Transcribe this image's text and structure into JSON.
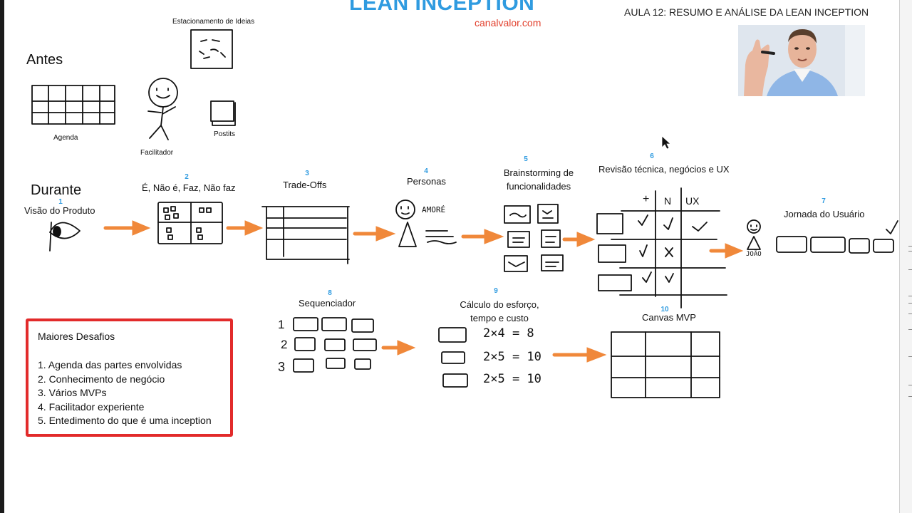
{
  "header": {
    "brand": "LEAN INCEPTION",
    "brand_url": "canalvalor.com",
    "lesson_title": "AULA 12: RESUMO E ANÁLISE DA LEAN INCEPTION"
  },
  "antes": {
    "heading": "Antes",
    "items": {
      "parking": "Estacionamento de Ideias",
      "agenda": "Agenda",
      "facilitator": "Facilitador",
      "postits": "Postits"
    }
  },
  "durante": {
    "heading": "Durante",
    "steps": [
      {
        "num": "1",
        "label": "Visão do Produto"
      },
      {
        "num": "2",
        "label": "É, Não é, Faz, Não faz"
      },
      {
        "num": "3",
        "label": "Trade-Offs"
      },
      {
        "num": "4",
        "label": "Personas"
      },
      {
        "num": "5",
        "label": "Brainstorming de funcionalidades"
      },
      {
        "num": "6",
        "label": "Revisão técnica, negócios e UX"
      },
      {
        "num": "7",
        "label": "Jornada do Usuário"
      },
      {
        "num": "8",
        "label": "Sequenciador"
      },
      {
        "num": "9",
        "label": "Cálculo do esforço, tempo e custo"
      },
      {
        "num": "10",
        "label": "Canvas MVP"
      }
    ],
    "sketch_text": {
      "persona_name": "AMORÉ",
      "journey_persona": "JOÃO",
      "review_headers": [
        "+",
        "N",
        "UX"
      ],
      "sequencer_rows": [
        "1",
        "2",
        "3"
      ],
      "effort_rows": [
        "2×4 = 8",
        "2×5 = 10",
        "2×5 = 10"
      ]
    }
  },
  "challenges": {
    "title": "Maiores Desafios",
    "items": [
      "1. Agenda das partes envolvidas",
      "2. Conhecimento de negócio",
      "3. Vários MVPs",
      "4. Facilitador experiente",
      "5. Entedimento do que é uma inception"
    ]
  },
  "colors": {
    "brand": "#2f9be0",
    "url": "#e2402d",
    "arrow": "#f0883a",
    "challenge_border": "#e22b2b"
  }
}
